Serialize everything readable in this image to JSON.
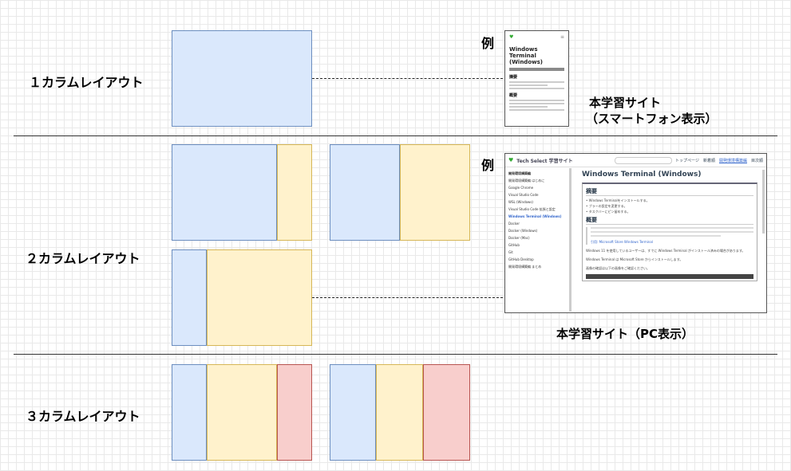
{
  "rows": {
    "one_column": "１カラムレイアウト",
    "two_column": "２カラムレイアウト",
    "three_column": "３カラムレイアウト"
  },
  "example_label": "例",
  "captions": {
    "smartphone_line1": "本学習サイト",
    "smartphone_line2": "（スマートフォン表示）",
    "pc": "本学習サイト（PC表示）"
  },
  "colors": {
    "main": "#dae8fc",
    "secondary": "#fff2cc",
    "tertiary": "#f8cecc"
  },
  "phone_mock": {
    "logo": "♥",
    "menu": "≡",
    "title": "Windows Terminal (Windows)",
    "h_summary": "摘要",
    "h_overview": "概要"
  },
  "pc_mock": {
    "logo": "♥",
    "brand": "Tech Select 学習サイト",
    "nav": [
      "トップページ",
      "新着順",
      "開発環境構築編",
      "目次順"
    ],
    "sidebar": [
      "開発環境構築編",
      "開発環境構築編 はじめに",
      "Google Chrome",
      "Visual Studio Code",
      "WSL (Windows)",
      "Visual Studio Code 拡張と設定",
      "Windows Terminal (Windows)",
      "Docker",
      "Docker (Windows)",
      "Docker (Mac)",
      "GitHub",
      "Git",
      "GitHub Desktop",
      "開発環境構築編 まとめ"
    ],
    "sidebar_current": "Windows Terminal (Windows)",
    "title": "Windows Terminal (Windows)",
    "h_summary": "摘要",
    "bullets": [
      "Windows Terminalをインストールする。",
      "ブラーの設定を変更する。",
      "タスクバーにピン留めする。"
    ],
    "h_overview": "概要",
    "link": "引用: Microsoft Store Windows Terminal",
    "para1": "Windows 11 を使用しているユーザーは、すでに Windows Terminal がインストール済みの場合があります。",
    "para2": "Windows Terminal は Microsoft Store からインストールします。",
    "para3": "画像の確認は以下の画像をご確認ください。"
  }
}
